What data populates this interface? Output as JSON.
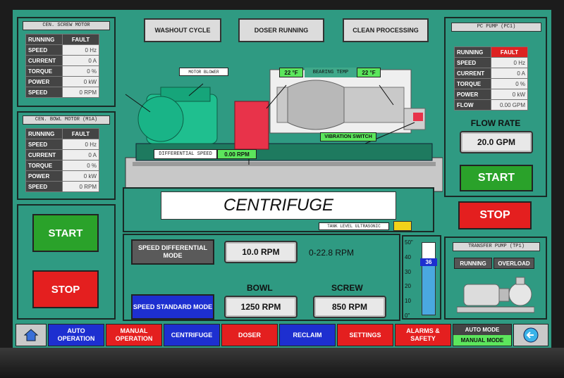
{
  "top_buttons": {
    "washout": "WASHOUT CYCLE",
    "doser": "DOSER RUNNING",
    "clean": "CLEAN PROCESSING"
  },
  "screw_motor": {
    "title": "CEN. SCREW MOTOR",
    "rows": [
      {
        "label": "RUNNING",
        "value": "FAULT"
      },
      {
        "label": "SPEED",
        "value": "0 Hz"
      },
      {
        "label": "CURRENT",
        "value": "0 A"
      },
      {
        "label": "TORQUE",
        "value": "0 %"
      },
      {
        "label": "POWER",
        "value": "0 kW"
      },
      {
        "label": "SPEED",
        "value": "0 RPM"
      }
    ]
  },
  "bowl_motor": {
    "title": "CEN. BOWL MOTOR (M1A)",
    "rows": [
      {
        "label": "RUNNING",
        "value": "FAULT"
      },
      {
        "label": "SPEED",
        "value": "0 Hz"
      },
      {
        "label": "CURRENT",
        "value": "0 A"
      },
      {
        "label": "TORQUE",
        "value": "0 %"
      },
      {
        "label": "POWER",
        "value": "0 kW"
      },
      {
        "label": "SPEED",
        "value": "0 RPM"
      }
    ]
  },
  "pc_pump": {
    "title": "PC PUMP (PC1)",
    "rows": [
      {
        "label": "RUNNING",
        "value": "FAULT"
      },
      {
        "label": "SPEED",
        "value": "0 Hz"
      },
      {
        "label": "CURRENT",
        "value": "0 A"
      },
      {
        "label": "TORQUE",
        "value": "0 %"
      },
      {
        "label": "POWER",
        "value": "0 kW"
      },
      {
        "label": "FLOW",
        "value": "0.00 GPM"
      }
    ],
    "flow_rate_label": "FLOW RATE",
    "flow_rate_value": "20.0 GPM"
  },
  "left_controls": {
    "start": "START",
    "stop": "STOP"
  },
  "right_controls": {
    "start": "START",
    "stop": "STOP"
  },
  "machine": {
    "motor_blower": "MOTOR BLOWER",
    "bearing_temp_label": "BEARING TEMP",
    "temp_left": "22 °F",
    "temp_right": "22 °F",
    "vibration_switch": "VIBRATION SWITCH",
    "differential_speed_label": "DIFFERENTIAL SPEED",
    "differential_speed_value": "0.00 RPM",
    "title": "CENTRIFUGE",
    "tank_level_label": "TANK LEVEL ULTRASONIC"
  },
  "speed_panel": {
    "differential_mode": "SPEED DIFFERENTIAL MODE",
    "differential_value": "10.0 RPM",
    "range": "0-22.8 RPM",
    "standard_mode": "SPEED STANDARD MODE",
    "bowl_label": "BOWL",
    "bowl_value": "1250 RPM",
    "screw_label": "SCREW",
    "screw_value": "850 RPM"
  },
  "tank_gauge": {
    "ticks": [
      "50\"",
      "40",
      "30",
      "20",
      "10",
      "0\""
    ],
    "value": "36",
    "level": 36,
    "max": 50
  },
  "transfer_pump": {
    "title": "TRANSFER PUMP (TP1)",
    "running": "RUNNING",
    "overload": "OVERLOAD"
  },
  "nav": {
    "auto": "AUTO OPERATION",
    "manual": "MANUAL OPERATION",
    "centrifuge": "CENTRIFUGE",
    "doser": "DOSER",
    "reclaim": "RECLAIM",
    "settings": "SETTINGS",
    "alarms": "ALARMS & SAFETY",
    "auto_mode": "AUTO MODE",
    "manual_mode": "MANUAL MODE"
  },
  "colors": {
    "screen_bg": "#2f9a82",
    "start_green": "#2aa22a",
    "stop_red": "#e41f1f",
    "nav_blue": "#1d2fd0",
    "nav_red": "#e41f1f"
  }
}
